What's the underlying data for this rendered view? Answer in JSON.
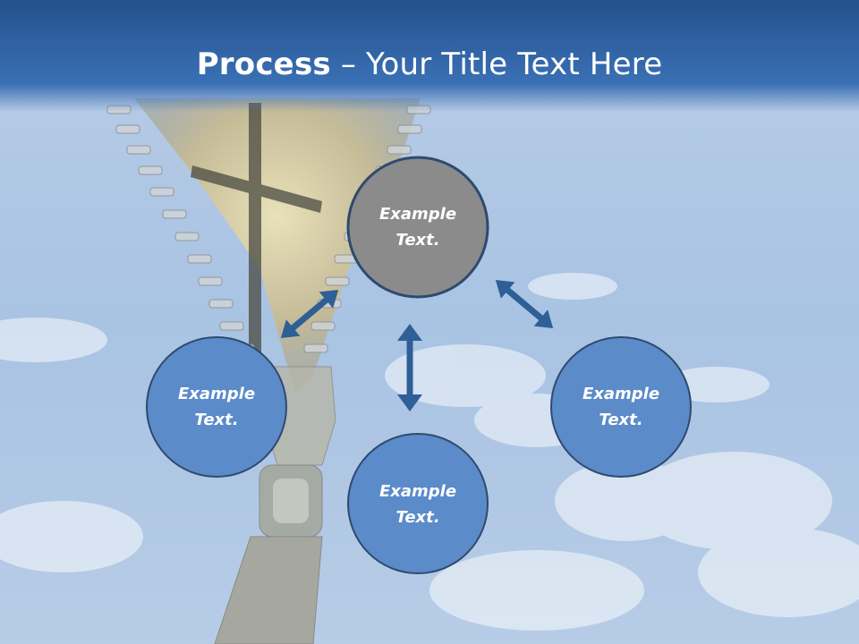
{
  "slide": {
    "title_bold": "Process",
    "title_rest": " – Your Title Text Here"
  },
  "diagram": {
    "nodes": [
      {
        "id": "top",
        "line1": "Example",
        "line2": "Text.",
        "fill": "#8b8b8b"
      },
      {
        "id": "left",
        "line1": "Example",
        "line2": "Text.",
        "fill": "#5b8bc8"
      },
      {
        "id": "right",
        "line1": "Example",
        "line2": "Text.",
        "fill": "#5b8bc8"
      },
      {
        "id": "bottom",
        "line1": "Example",
        "line2": "Text.",
        "fill": "#5b8bc8"
      }
    ],
    "node_stroke": "#2e4a70",
    "arrow_color": "#2e5f96"
  },
  "background": {
    "header_color": "#2f63a6",
    "sky_color": "#a9c3e3"
  }
}
